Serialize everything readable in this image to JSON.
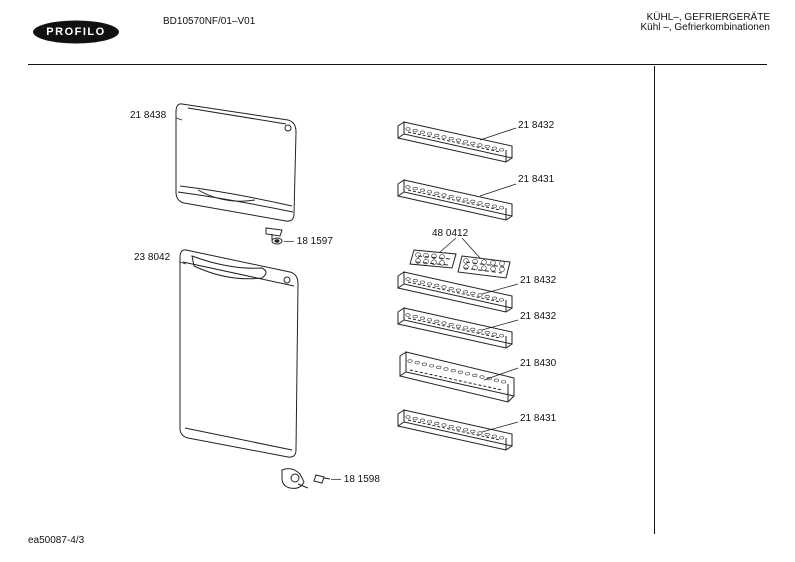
{
  "header": {
    "brand": "PROFILO",
    "document_id": "BD10570NF/01–V01",
    "category_line1": "KÜHL–, GEFRIERGERÄTE",
    "category_line2": "Kühl –, Gefrierkombinationen"
  },
  "footer": {
    "code": "ea50087-4/3"
  },
  "parts": {
    "freezer_door": "21 8438",
    "hinge_top": "— 18 1597",
    "fridge_door": "23 8042",
    "hinge_bottom": "— 18 1598",
    "shelf_1": "21 8432",
    "shelf_2": "21 8431",
    "egg_tray": "48 0412",
    "shelf_3": "21 8432",
    "shelf_4": "21 8432",
    "shelf_5": "21 8430",
    "shelf_6": "21 8431"
  }
}
